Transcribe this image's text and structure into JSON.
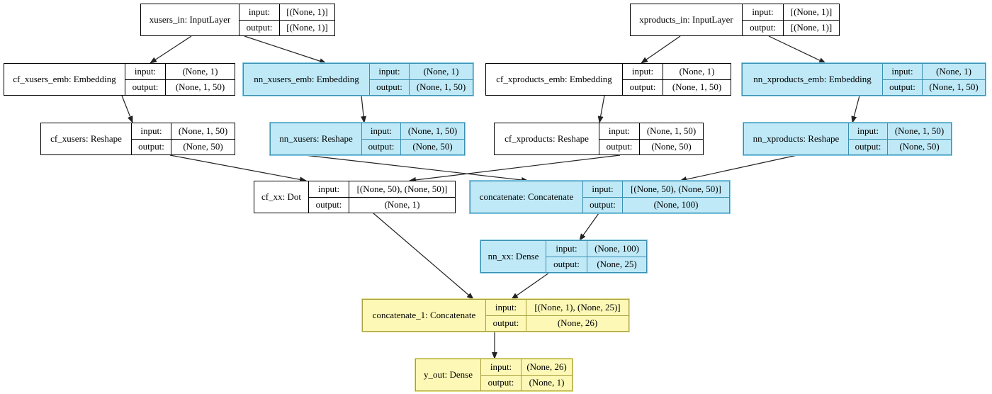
{
  "nodes": {
    "xusers_in": {
      "name": "xusers_in: InputLayer",
      "input_label": "input:",
      "output_label": "output:",
      "input": "[(None, 1)]",
      "output": "[(None, 1)]"
    },
    "xproducts_in": {
      "name": "xproducts_in: InputLayer",
      "input_label": "input:",
      "output_label": "output:",
      "input": "[(None, 1)]",
      "output": "[(None, 1)]"
    },
    "cf_xusers_emb": {
      "name": "cf_xusers_emb: Embedding",
      "input_label": "input:",
      "output_label": "output:",
      "input": "(None, 1)",
      "output": "(None, 1, 50)"
    },
    "nn_xusers_emb": {
      "name": "nn_xusers_emb: Embedding",
      "input_label": "input:",
      "output_label": "output:",
      "input": "(None, 1)",
      "output": "(None, 1, 50)"
    },
    "cf_xproducts_emb": {
      "name": "cf_xproducts_emb: Embedding",
      "input_label": "input:",
      "output_label": "output:",
      "input": "(None, 1)",
      "output": "(None, 1, 50)"
    },
    "nn_xproducts_emb": {
      "name": "nn_xproducts_emb: Embedding",
      "input_label": "input:",
      "output_label": "output:",
      "input": "(None, 1)",
      "output": "(None, 1, 50)"
    },
    "cf_xusers": {
      "name": "cf_xusers: Reshape",
      "input_label": "input:",
      "output_label": "output:",
      "input": "(None, 1, 50)",
      "output": "(None, 50)"
    },
    "nn_xusers": {
      "name": "nn_xusers: Reshape",
      "input_label": "input:",
      "output_label": "output:",
      "input": "(None, 1, 50)",
      "output": "(None, 50)"
    },
    "cf_xproducts": {
      "name": "cf_xproducts: Reshape",
      "input_label": "input:",
      "output_label": "output:",
      "input": "(None, 1, 50)",
      "output": "(None, 50)"
    },
    "nn_xproducts": {
      "name": "nn_xproducts: Reshape",
      "input_label": "input:",
      "output_label": "output:",
      "input": "(None, 1, 50)",
      "output": "(None, 50)"
    },
    "cf_xx": {
      "name": "cf_xx: Dot",
      "input_label": "input:",
      "output_label": "output:",
      "input": "[(None, 50), (None, 50)]",
      "output": "(None, 1)"
    },
    "concatenate": {
      "name": "concatenate: Concatenate",
      "input_label": "input:",
      "output_label": "output:",
      "input": "[(None, 50), (None, 50)]",
      "output": "(None, 100)"
    },
    "nn_xx": {
      "name": "nn_xx: Dense",
      "input_label": "input:",
      "output_label": "output:",
      "input": "(None, 100)",
      "output": "(None, 25)"
    },
    "concatenate_1": {
      "name": "concatenate_1: Concatenate",
      "input_label": "input:",
      "output_label": "output:",
      "input": "[(None, 1), (None, 25)]",
      "output": "(None, 26)"
    },
    "y_out": {
      "name": "y_out: Dense",
      "input_label": "input:",
      "output_label": "output:",
      "input": "(None, 26)",
      "output": "(None, 1)"
    }
  },
  "colors": {
    "white": "#ffffff",
    "blue": "#bfe9f7",
    "yellow": "#fdf8b6",
    "edge": "#222222"
  }
}
